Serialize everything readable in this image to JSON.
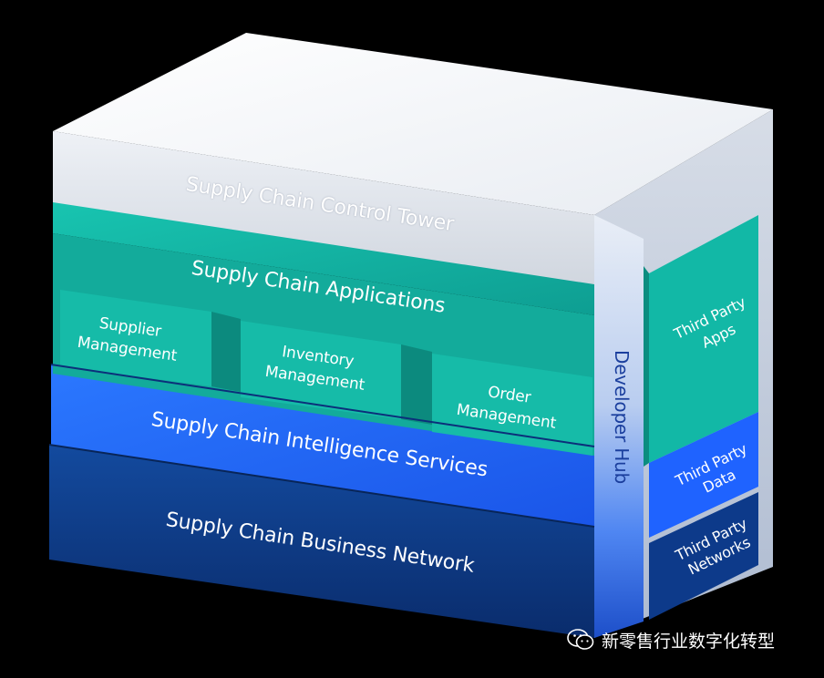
{
  "layers": {
    "control_tower": "Supply Chain Control Tower",
    "applications": "Supply Chain Applications",
    "intelligence_services": "Supply Chain Intelligence Services",
    "business_network": "Supply Chain Business Network"
  },
  "applications": {
    "supplier_management": "Supplier\nManagement",
    "inventory_management": "Inventory\nManagement",
    "order_management": "Order\nManagement"
  },
  "developer_hub": "Developer Hub",
  "third_party": {
    "apps": "Third Party\nApps",
    "data": "Third Party\nData",
    "networks": "Third Party\nNetworks"
  },
  "watermark": {
    "text": "新零售行业数字化转型",
    "icon": "wechat-icon"
  },
  "colors": {
    "background": "#000000",
    "control_tower": "#dfe3ea",
    "applications": "#12b8a6",
    "intelligence_services": "#1f63ff",
    "business_network": "#0d3a8a",
    "developer_hub": "#c9d6ef"
  }
}
